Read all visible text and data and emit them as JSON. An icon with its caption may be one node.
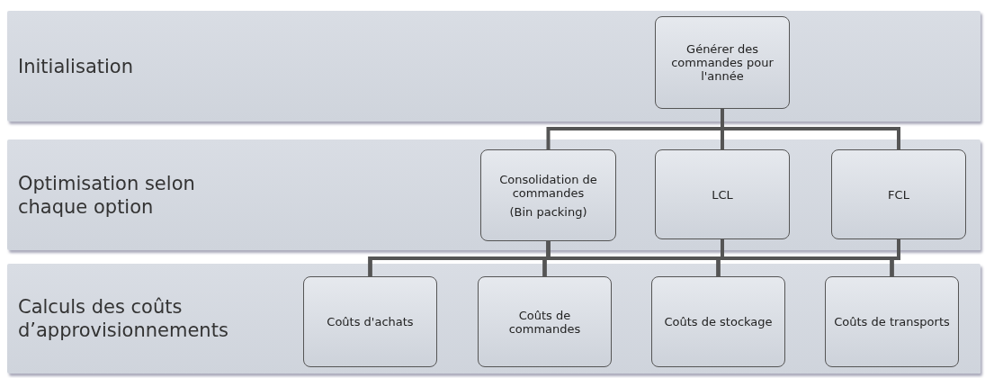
{
  "diagram": {
    "nodes": [
      {
        "text": [
          "Initialisation"
        ]
      },
      {
        "text": [
          "Générer des commandes pour l'année"
        ],
        "in": 0
      },
      {
        "text": [
          "Optimisation selon chaque option"
        ]
      },
      {
        "text": [
          "Consolidation de commandes",
          "(Bin packing)"
        ],
        "in": 2
      },
      {
        "text": [
          "LCL"
        ],
        "in": 2
      },
      {
        "text": [
          "FCL"
        ],
        "in": 2
      },
      {
        "text": [
          "Calculs des coûts d’approvisionnements"
        ]
      },
      {
        "text": [
          "Coûts d'achats"
        ],
        "in": 6
      },
      {
        "text": [
          "Coûts de commandes"
        ],
        "in": 6
      },
      {
        "text": [
          "Coûts de stockage"
        ],
        "in": 6
      },
      {
        "text": [
          "Coûts de transports"
        ],
        "in": 6
      }
    ],
    "edges": [
      {
        "from": 1,
        "to": 3,
        "arrow": "none"
      },
      {
        "from": 1,
        "to": 4,
        "arrow": "none"
      },
      {
        "from": 1,
        "to": 5,
        "arrow": "none"
      },
      {
        "from": 3,
        "to": 7,
        "arrow": "none"
      },
      {
        "from": 3,
        "to": 8,
        "arrow": "none"
      },
      {
        "from": 3,
        "to": 9,
        "arrow": "none"
      },
      {
        "from": 3,
        "to": 10,
        "arrow": "none"
      },
      {
        "from": 4,
        "to": 7,
        "arrow": "none"
      },
      {
        "from": 4,
        "to": 8,
        "arrow": "none"
      },
      {
        "from": 4,
        "to": 9,
        "arrow": "none"
      },
      {
        "from": 4,
        "to": 10,
        "arrow": "none"
      },
      {
        "from": 5,
        "to": 7,
        "arrow": "none"
      },
      {
        "from": 5,
        "to": 8,
        "arrow": "none"
      },
      {
        "from": 5,
        "to": 9,
        "arrow": "none"
      },
      {
        "from": 5,
        "to": 10,
        "arrow": "none"
      }
    ]
  }
}
